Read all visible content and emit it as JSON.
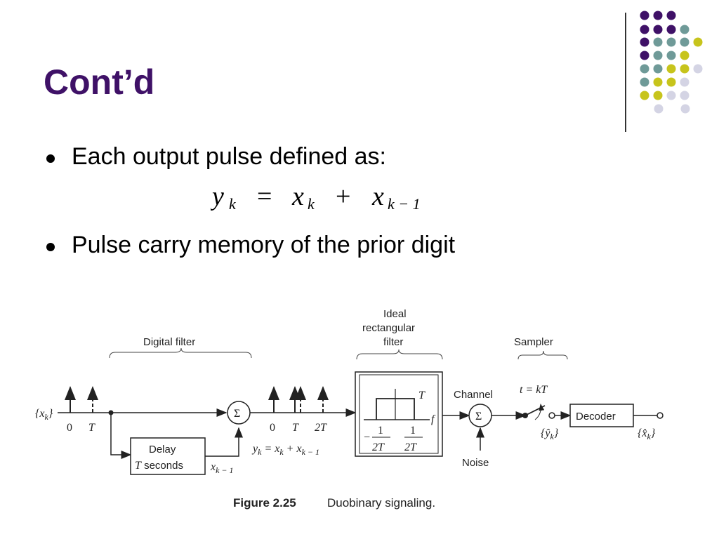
{
  "slide": {
    "title": "Cont’d",
    "accent_color": "#3f1167",
    "bullets": [
      "Each output pulse defined as:",
      "Pulse carry memory of the prior digit"
    ],
    "equation": {
      "lhs": "y",
      "lhs_sub": "k",
      "equals": "=",
      "term1": "x",
      "term1_sub": "k",
      "plus": "+",
      "term2": "x",
      "term2_sub": "k − 1"
    }
  },
  "decor": {
    "dot_colors": [
      "#3f1167",
      "#6f9a98",
      "#c7c41c",
      "#d4d4e4"
    ]
  },
  "diagram": {
    "label_digital_filter": "Digital filter",
    "label_ideal_filter_1": "Ideal",
    "label_ideal_filter_2": "rectangular",
    "label_ideal_filter_3": "filter",
    "label_sampler": "Sampler",
    "input_label": "{x",
    "input_sub": "k",
    "input_close": "}",
    "tick_0": "0",
    "tick_T": "T",
    "delay_line1": "Delay",
    "delay_T": "T",
    "delay_line2": " seconds",
    "delay_out": "x",
    "delay_out_sub": "k − 1",
    "summer_symbol": "Σ",
    "out_tick_0": "0",
    "out_tick_T": "T",
    "out_tick_2T": "2T",
    "yk_expr_y": "y",
    "yk_expr_rest": " = x",
    "yk_expr_plus": " + x",
    "yk_sub_k": "k",
    "yk_sub_k1": "k − 1",
    "filter_T": "T",
    "filter_f": "f",
    "filter_minus": "−",
    "filter_one": "1",
    "filter_2T": "2T",
    "channel_label": "Channel",
    "noise_label": "Noise",
    "sampler_expr": "t = kT",
    "yhat_label": "{ŷ",
    "yhat_sub": "k",
    "yhat_close": "}",
    "decoder_label": "Decoder",
    "xhat_label": "{x̂",
    "xhat_sub": "k",
    "xhat_close": "}",
    "caption_number": "Figure 2.25",
    "caption_text": "Duobinary signaling."
  }
}
